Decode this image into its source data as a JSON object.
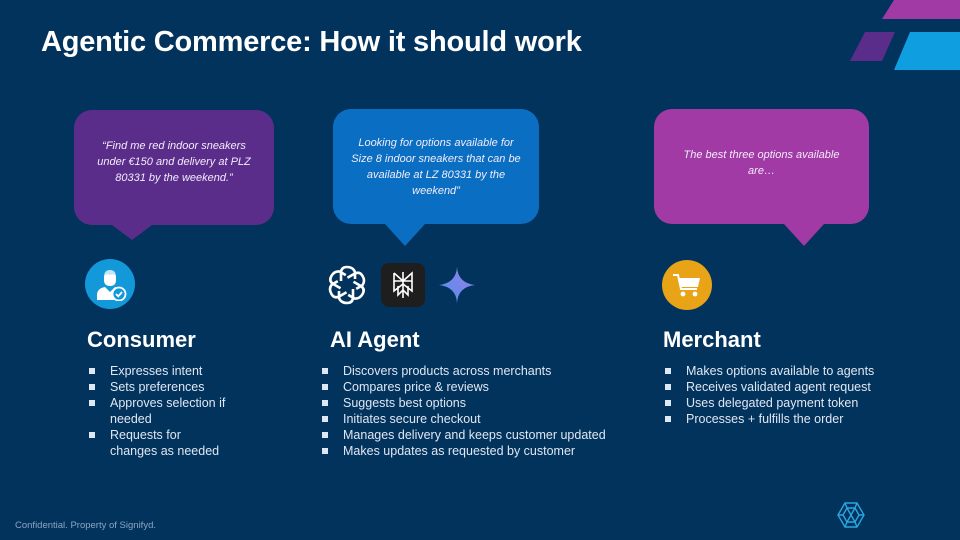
{
  "slide": {
    "title": "Agentic Commerce: How it should work",
    "footer": "Confidential. Property of Signifyd.",
    "colors": {
      "background": "#02335c",
      "consumer_bubble": "#5b2d8a",
      "agent_bubble": "#0a6fc2",
      "merchant_bubble": "#a23aa5",
      "consumer_icon": "#1399d9",
      "merchant_icon": "#e8a416"
    }
  },
  "bubbles": {
    "consumer": "“Find me red indoor sneakers under €150 and delivery at PLZ 80331 by the weekend.”",
    "agent": "Looking for options available for Size 8 indoor sneakers that can be available at LZ 80331 by the weekend”",
    "merchant": "The best three options available are…"
  },
  "columns": [
    {
      "heading": "Consumer",
      "icon": "user-check-icon",
      "items": [
        "Expresses intent",
        "Sets preferences",
        "Approves selection if needed",
        "Requests for changes as needed"
      ]
    },
    {
      "heading": "AI Agent",
      "icons": [
        "openai-icon",
        "perplexity-icon",
        "gemini-sparkle-icon"
      ],
      "items": [
        "Discovers products across merchants",
        "Compares price & reviews",
        "Suggests best options",
        "Initiates secure checkout",
        "Manages delivery and keeps customer updated",
        "Makes updates as requested by customer"
      ]
    },
    {
      "heading": "Merchant",
      "icon": "shopping-cart-icon",
      "items": [
        "Makes options available to agents",
        "Receives validated agent request",
        "Uses delegated payment token",
        "Processes + fulfills the order"
      ]
    }
  ]
}
